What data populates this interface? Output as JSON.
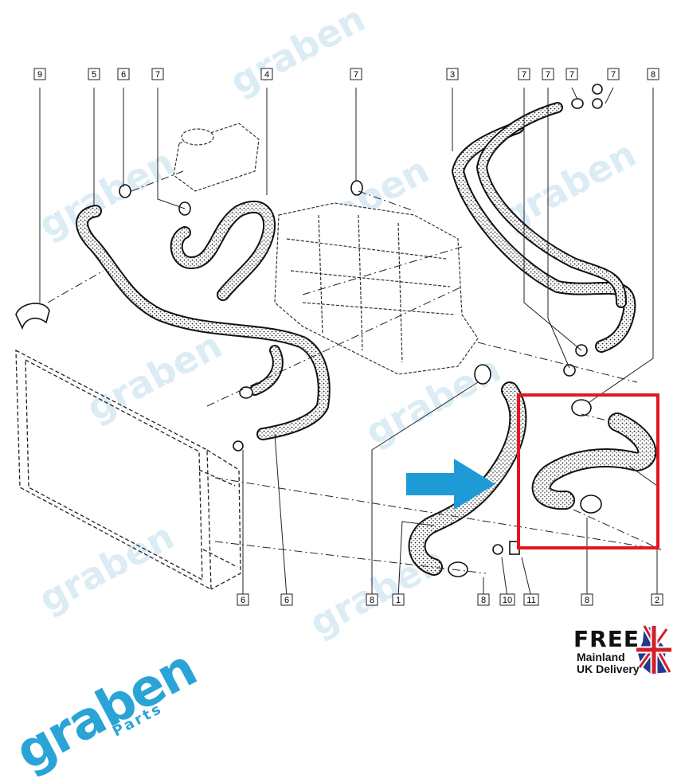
{
  "brand": {
    "name": "graben",
    "sub": "Parts",
    "color": "#2aa4d6"
  },
  "callouts": [
    "9",
    "5",
    "6",
    "7",
    "4",
    "7",
    "3",
    "7",
    "7",
    "7",
    "7",
    "8",
    "6",
    "6",
    "8",
    "1",
    "8",
    "10",
    "11",
    "8",
    "2"
  ],
  "highlight_color": "#e3171f",
  "arrow_color": "#1e9bd7",
  "badge": {
    "free": "FREE",
    "line1": "Mainland",
    "line2": "UK Delivery",
    "flag_icon": "union-jack-icon"
  }
}
